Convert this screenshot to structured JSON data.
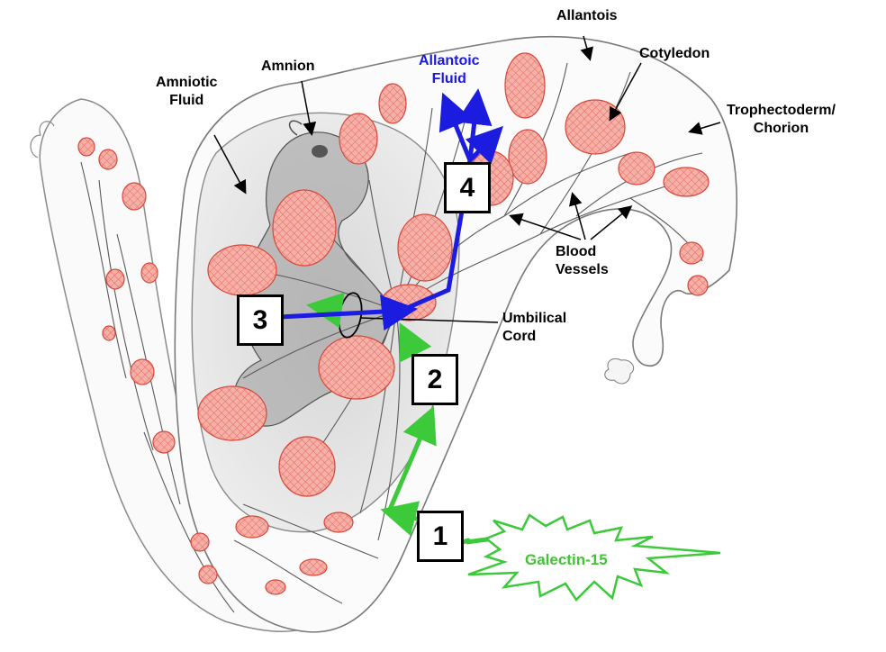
{
  "labels": {
    "allantois": "Allantois",
    "amnion": "Amnion",
    "amniotic_fluid": "Amniotic\nFluid",
    "allantoic_fluid": "Allantoic\nFluid",
    "cotyledon": "Cotyledon",
    "trophectoderm": "Trophectoderm/\nChorion",
    "blood_vessels": "Blood\nVessels",
    "umbilical_cord": "Umbilical\nCord",
    "galectin": "Galectin-15"
  },
  "steps": [
    "1",
    "2",
    "3",
    "4"
  ],
  "colors": {
    "green_path": "#3cc93a",
    "blue_path": "#1c1ce0",
    "cotyledon_fill": "#f2a39a",
    "cotyledon_stroke": "#d9463a",
    "outline": "#8a8a8a",
    "vessel": "#5a5a5a"
  }
}
